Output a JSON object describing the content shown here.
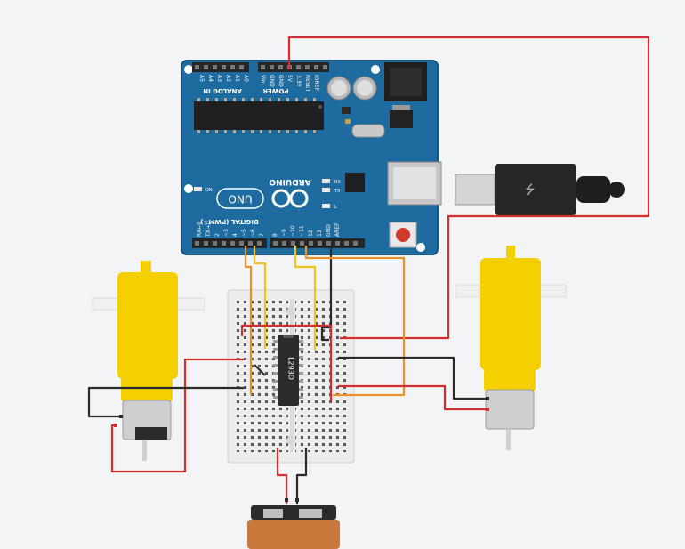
{
  "arduino": {
    "brand": "ARDUINO",
    "model": "UNO",
    "power_header_label": "POWER",
    "analog_header_label": "ANALOG IN",
    "digital_header_label": "DIGITAL (PWM~)",
    "on_led_label": "ON",
    "rx_led_label": "RX",
    "tx_led_label": "TX",
    "l_led_label": "L",
    "power_pins": [
      "IOREF",
      "RESET",
      "3.3V",
      "5V",
      "GND",
      "GND",
      "Vin"
    ],
    "analog_pins": [
      "A0",
      "A1",
      "A2",
      "A3",
      "A4",
      "A5"
    ],
    "digital_pins_top": [
      "AREF",
      "GND",
      "13",
      "12",
      "~11",
      "~10",
      "~9",
      "8"
    ],
    "digital_pins_bottom": [
      "7",
      "~6",
      "~5",
      "4",
      "~3",
      "2",
      "TX→1",
      "RX←0"
    ],
    "board_color": "#1e6c9f",
    "board_edge_color": "#14567f"
  },
  "driver_ic": {
    "label": "L293D",
    "color": "#2b2b2b"
  },
  "wires": {
    "red": "#d62d2d",
    "orange": "#e9922c",
    "yellow": "#f2c422",
    "black": "#2a2a2a"
  },
  "motors": {
    "body_color": "#f5d000",
    "count": 2
  },
  "battery": {
    "label": "",
    "cap_color": "#2b2b2b",
    "body_color": "#c9783c"
  }
}
